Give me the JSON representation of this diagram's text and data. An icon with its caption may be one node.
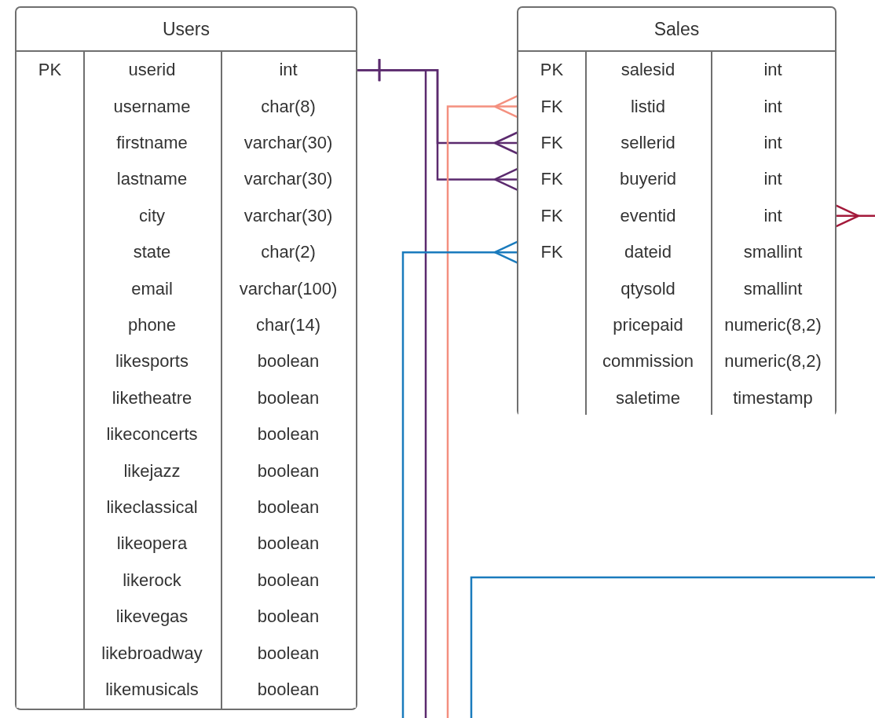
{
  "diagram": {
    "nodes": [
      {
        "text": [
          "Users"
        ]
      },
      {
        "text": [
          "PK",
          "userid",
          "int"
        ],
        "in": 0
      },
      {
        "text": [
          "username",
          "char(8)"
        ],
        "in": 0
      },
      {
        "text": [
          "firstname",
          "varchar(30)"
        ],
        "in": 0
      },
      {
        "text": [
          "lastname",
          "varchar(30)"
        ],
        "in": 0
      },
      {
        "text": [
          "city",
          "varchar(30)"
        ],
        "in": 0
      },
      {
        "text": [
          "state",
          "char(2)"
        ],
        "in": 0
      },
      {
        "text": [
          "email",
          "varchar(100)"
        ],
        "in": 0
      },
      {
        "text": [
          "phone",
          "char(14)"
        ],
        "in": 0
      },
      {
        "text": [
          "likesports",
          "boolean"
        ],
        "in": 0
      },
      {
        "text": [
          "liketheatre",
          "boolean"
        ],
        "in": 0
      },
      {
        "text": [
          "likeconcerts",
          "boolean"
        ],
        "in": 0
      },
      {
        "text": [
          "likejazz",
          "boolean"
        ],
        "in": 0
      },
      {
        "text": [
          "likeclassical",
          "boolean"
        ],
        "in": 0
      },
      {
        "text": [
          "likeopera",
          "boolean"
        ],
        "in": 0
      },
      {
        "text": [
          "likerock",
          "boolean"
        ],
        "in": 0
      },
      {
        "text": [
          "likevegas",
          "boolean"
        ],
        "in": 0
      },
      {
        "text": [
          "likebroadway",
          "boolean"
        ],
        "in": 0
      },
      {
        "text": [
          "likemusicals",
          "boolean"
        ],
        "in": 0
      },
      {
        "text": [
          "Sales"
        ]
      },
      {
        "text": [
          "PK",
          "salesid",
          "int"
        ],
        "in": 19
      },
      {
        "text": [
          "FK",
          "listid",
          "int"
        ],
        "in": 19
      },
      {
        "text": [
          "FK",
          "sellerid",
          "int"
        ],
        "in": 19
      },
      {
        "text": [
          "FK",
          "buyerid",
          "int"
        ],
        "in": 19
      },
      {
        "text": [
          "FK",
          "eventid",
          "int"
        ],
        "in": 19
      },
      {
        "text": [
          "FK",
          "dateid",
          "smallint"
        ],
        "in": 19
      },
      {
        "text": [
          "qtysold",
          "smallint"
        ],
        "in": 19
      },
      {
        "text": [
          "pricepaid",
          "numeric(8,2)"
        ],
        "in": 19
      },
      {
        "text": [
          "commission",
          "numeric(8,2)"
        ],
        "in": 19
      },
      {
        "text": [
          "saletime",
          "timestamp"
        ],
        "in": 19
      }
    ],
    "edges": [
      {
        "from": 1,
        "to": 22,
        "arrow": "other"
      },
      {
        "from": 1,
        "to": 23,
        "arrow": "other"
      },
      {
        "from": 1,
        "to": null,
        "arrow": "other"
      },
      {
        "from": null,
        "to": 21,
        "arrow": "other",
        "color": "#f4907f"
      },
      {
        "from": null,
        "to": 25,
        "arrow": "other",
        "color": "#1a7bbd"
      },
      {
        "from": null,
        "to": 24,
        "arrow": "other",
        "color": "#a3193a"
      }
    ]
  }
}
